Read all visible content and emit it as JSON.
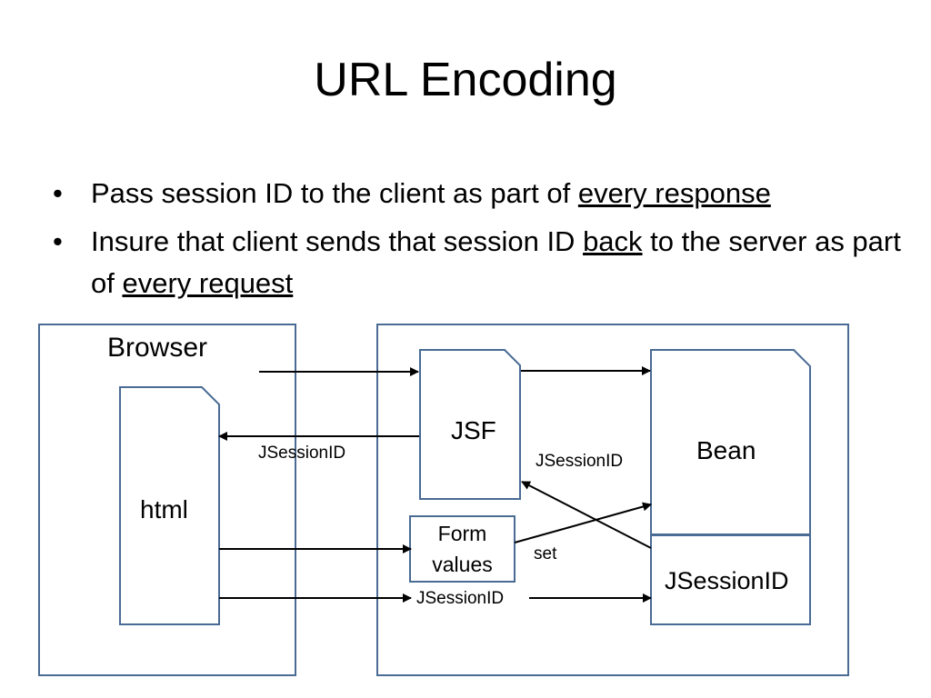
{
  "slide": {
    "title": "URL Encoding",
    "bullets": [
      {
        "parts": [
          {
            "text": "Pass session ID to the client as part of ",
            "u": false
          },
          {
            "text": "every response",
            "u": true
          }
        ]
      },
      {
        "parts": [
          {
            "text": "Insure that client sends that session ID ",
            "u": false
          },
          {
            "text": "back",
            "u": true
          },
          {
            "text": " to the server as part of ",
            "u": false
          },
          {
            "text": "every request",
            "u": true
          }
        ]
      }
    ]
  },
  "diagram": {
    "browser_label": "Browser",
    "html_label": "html",
    "jsf_label": "JSF",
    "bean_label": "Bean",
    "bean_session_label": "JSessionID",
    "form_values_line1": "Form",
    "form_values_line2": "values",
    "arrow_response_session_label": "JSessionID",
    "arrow_jsf_session_label": "JSessionID",
    "arrow_request_session_label": "JSessionID",
    "set_label": "set"
  },
  "colors": {
    "border": "#4a6b94",
    "arrow": "#000000"
  }
}
